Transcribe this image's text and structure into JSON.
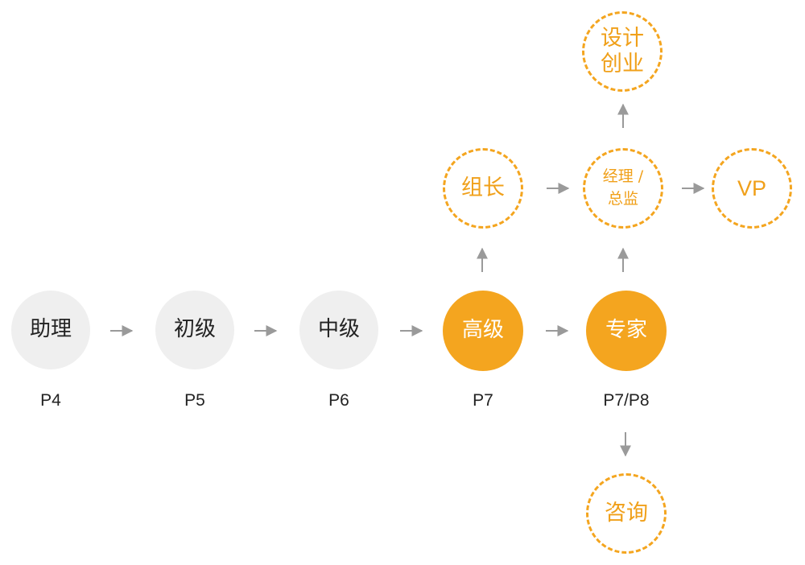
{
  "diagram": {
    "main_path": [
      {
        "label": "助理",
        "level": "P4"
      },
      {
        "label": "初级",
        "level": "P5"
      },
      {
        "label": "中级",
        "level": "P6"
      },
      {
        "label": "高级",
        "level": "P7"
      },
      {
        "label": "专家",
        "level": "P7/P8"
      }
    ],
    "branches": {
      "group_leader": "组长",
      "manager_director": "经理 /\n总监",
      "vp": "VP",
      "design_startup": "设计\n创业",
      "consulting": "咨询"
    },
    "colors": {
      "accent_orange": "#f4a51f",
      "neutral_gray": "#efefef",
      "arrow_gray": "#9a9a9a"
    }
  }
}
